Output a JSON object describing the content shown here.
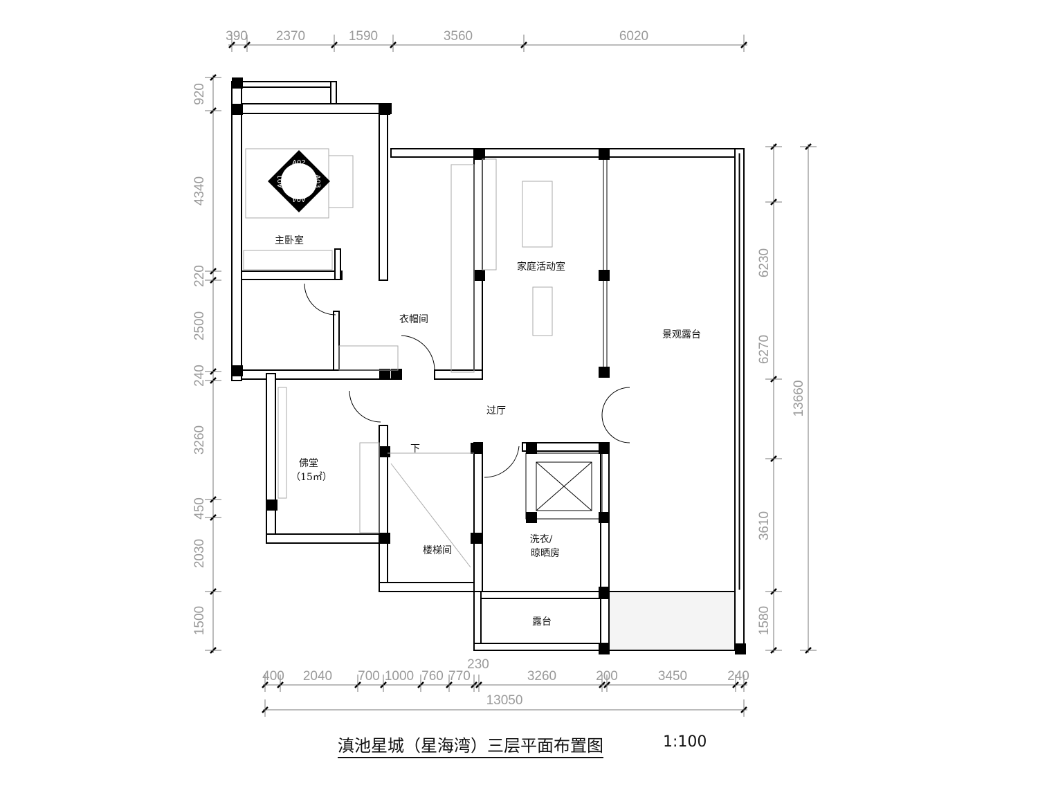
{
  "title": "滇池星城（星海湾）三层平面布置图",
  "scale": "1:100",
  "dimensions": {
    "top": [
      "390",
      "2370",
      "1590",
      "3560",
      "6020"
    ],
    "left": [
      "920",
      "4340",
      "220",
      "2500",
      "240",
      "3260",
      "450",
      "2030",
      "1500"
    ],
    "right_inner": [
      "6230",
      "6270",
      "3610",
      "1580"
    ],
    "right_total": "13660",
    "bottom": [
      "400",
      "2040",
      "700",
      "1000",
      "760",
      "770",
      "230",
      "3260",
      "200",
      "3450",
      "240"
    ],
    "bottom_total": "13050"
  },
  "rooms": {
    "master_bedroom": "主卧室",
    "walk_in_closet": "衣帽间",
    "family_room": "家庭活动室",
    "landscape_terrace": "景观露台",
    "hall": "过厅",
    "buddha_hall": "佛堂",
    "buddha_hall_area": "（15㎡）",
    "stairwell": "楼梯间",
    "stairs_down": "下",
    "laundry_1": "洗衣/",
    "laundry_2": "晾晒房",
    "balcony": "露台"
  },
  "index_markers": [
    "A01",
    "A02",
    "A03",
    "A04"
  ]
}
